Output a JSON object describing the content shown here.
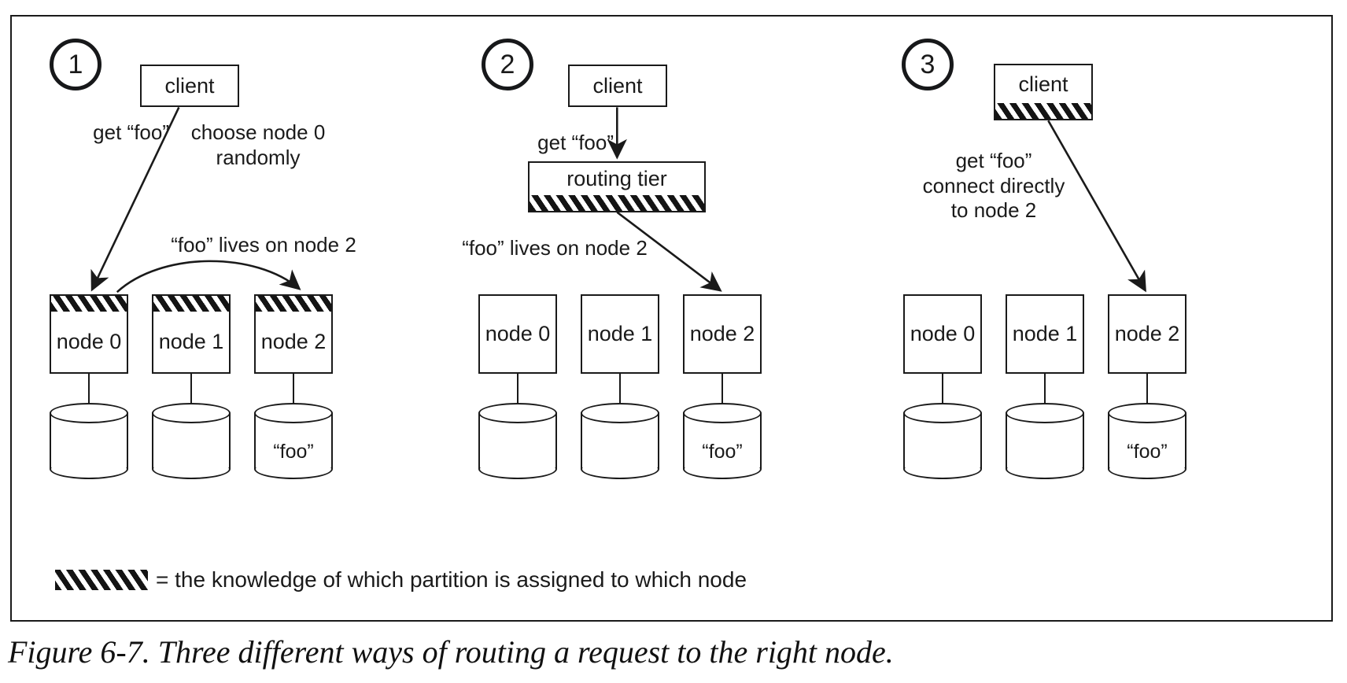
{
  "figure": {
    "caption": "Figure 6-7. Three different ways of routing a request to the right node.",
    "legend": {
      "swatch_icon": "hatch-swatch-icon",
      "equals": "=",
      "text": "= the knowledge of which partition is assigned to which node"
    }
  },
  "panels": [
    {
      "number": "1",
      "client": {
        "label": "client",
        "hatched": false
      },
      "annotations": [
        {
          "name": "get-foo-label",
          "text": "get “foo”"
        },
        {
          "name": "choose-node-label",
          "text": "choose node 0\nrandomly"
        },
        {
          "name": "foo-lives-label",
          "text": "“foo” lives on node 2"
        }
      ],
      "nodes": [
        {
          "label": "node 0",
          "hatched": true,
          "store": ""
        },
        {
          "label": "node 1",
          "hatched": true,
          "store": ""
        },
        {
          "label": "node 2",
          "hatched": true,
          "store": "“foo”"
        }
      ]
    },
    {
      "number": "2",
      "client": {
        "label": "client",
        "hatched": false
      },
      "routing_tier": {
        "label": "routing tier",
        "hatched": true
      },
      "annotations": [
        {
          "name": "get-foo-label",
          "text": "get “foo”"
        },
        {
          "name": "foo-lives-label",
          "text": "“foo” lives on node 2"
        }
      ],
      "nodes": [
        {
          "label": "node 0",
          "hatched": false,
          "store": ""
        },
        {
          "label": "node 1",
          "hatched": false,
          "store": ""
        },
        {
          "label": "node 2",
          "hatched": false,
          "store": "“foo”"
        }
      ]
    },
    {
      "number": "3",
      "client": {
        "label": "client",
        "hatched": true
      },
      "annotations": [
        {
          "name": "connect-directly-label",
          "text": "get “foo”\nconnect directly\nto node 2"
        }
      ],
      "nodes": [
        {
          "label": "node 0",
          "hatched": false,
          "store": ""
        },
        {
          "label": "node 1",
          "hatched": false,
          "store": ""
        },
        {
          "label": "node 2",
          "hatched": false,
          "store": "“foo”"
        }
      ]
    }
  ],
  "colors": {
    "ink": "#1a1a1a",
    "paper": "#ffffff",
    "page": "#f2f2f4"
  }
}
